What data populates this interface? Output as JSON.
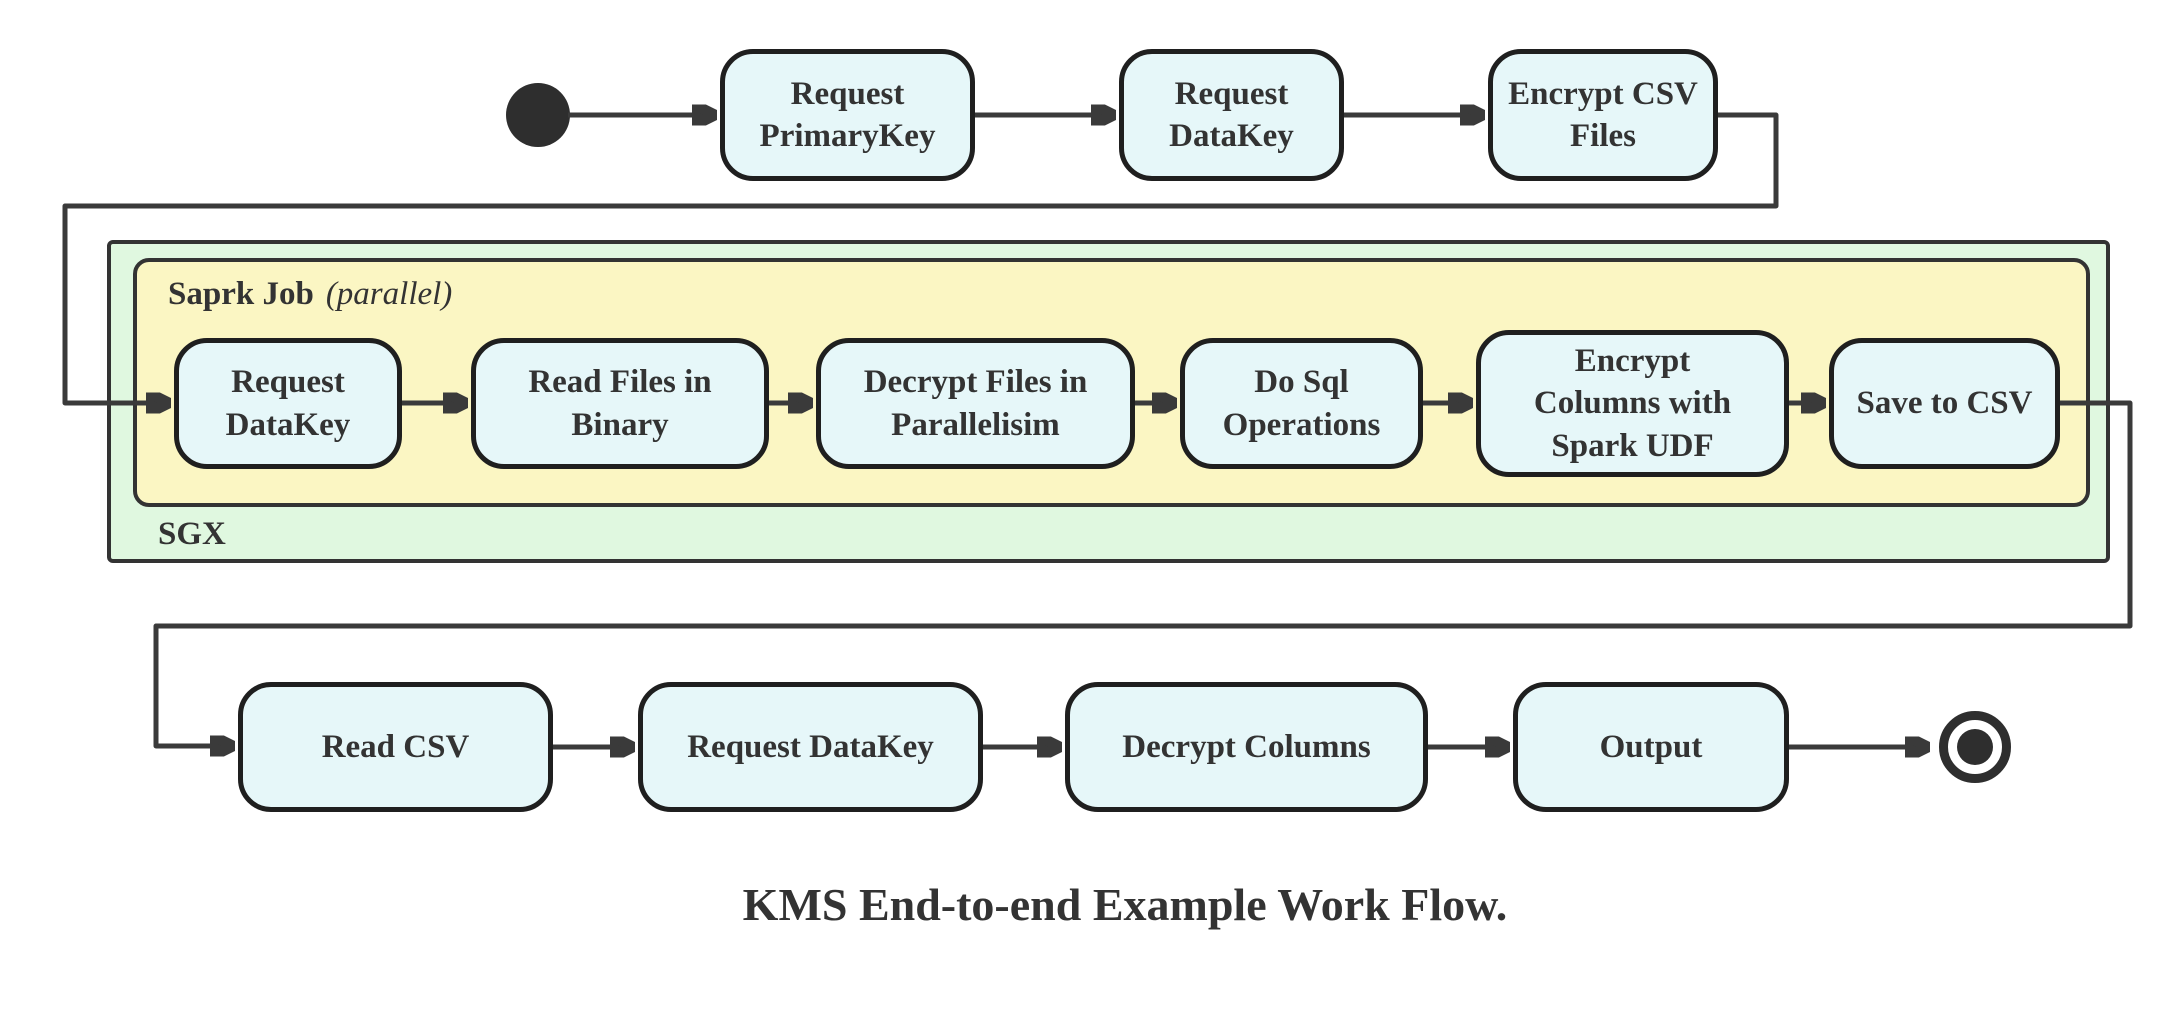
{
  "diagram": {
    "type": "state-flow-diagram",
    "caption": "KMS End-to-end Example Work Flow.",
    "icons": {
      "start_state": "filled-circle",
      "end_state": "double-circle"
    },
    "containers": {
      "sgx": {
        "label": "SGX"
      },
      "spark_job": {
        "label": "Saprk Job",
        "annotation": "(parallel)"
      }
    },
    "nodes": {
      "request_primarykey": "Request PrimaryKey",
      "request_datakey_top": "Request DataKey",
      "encrypt_csv_files": "Encrypt CSV Files",
      "request_datakey_spark": "Request DataKey",
      "read_files_in_binary": "Read Files in Binary",
      "decrypt_files_in_parallelisim": "Decrypt Files in Parallelisim",
      "do_sql_operations": "Do Sql Operations",
      "encrypt_columns_with_spark_udf": "Encrypt Columns with Spark UDF",
      "save_to_csv": "Save to CSV",
      "read_csv": "Read CSV",
      "request_datakey_bottom": "Request DataKey",
      "decrypt_columns": "Decrypt Columns",
      "output": "Output"
    },
    "edges": [
      [
        "start",
        "Request PrimaryKey"
      ],
      [
        "Request PrimaryKey",
        "Request DataKey"
      ],
      [
        "Request DataKey",
        "Encrypt CSV Files"
      ],
      [
        "Encrypt CSV Files",
        "Request DataKey (Saprk Job)"
      ],
      [
        "Request DataKey (Saprk Job)",
        "Read Files in Binary"
      ],
      [
        "Read Files in Binary",
        "Decrypt Files in Parallelisim"
      ],
      [
        "Decrypt Files in Parallelisim",
        "Do Sql Operations"
      ],
      [
        "Do Sql Operations",
        "Encrypt Columns with Spark UDF"
      ],
      [
        "Encrypt Columns with Spark UDF",
        "Save to CSV"
      ],
      [
        "Save to CSV",
        "Read CSV"
      ],
      [
        "Read CSV",
        "Request DataKey (bottom)"
      ],
      [
        "Request DataKey (bottom)",
        "Decrypt Columns"
      ],
      [
        "Decrypt Columns",
        "Output"
      ],
      [
        "Output",
        "end"
      ]
    ],
    "colors": {
      "node_fill": "#e6f7f9",
      "node_border": "#1f1f1f",
      "sgx_fill": "#e0f8e0",
      "spark_fill": "#fbf6c3",
      "container_border": "#333333",
      "connector": "#3a3a3a",
      "text": "#333333",
      "background": "#ffffff"
    }
  }
}
